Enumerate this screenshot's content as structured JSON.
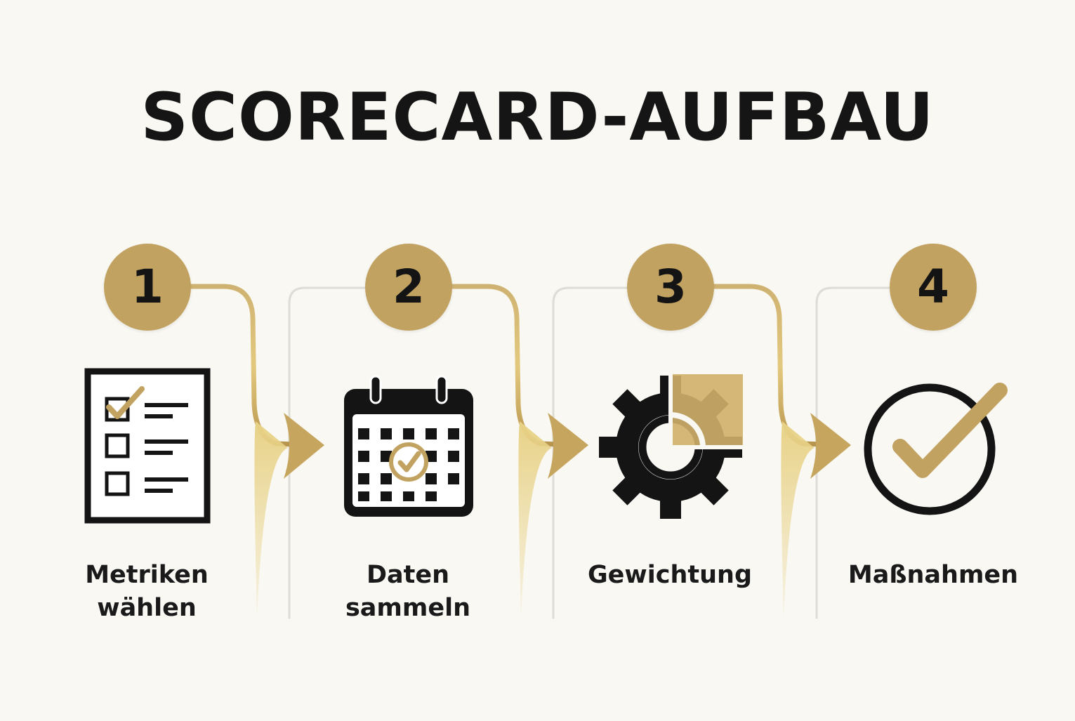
{
  "title": "SCORECARD-AUFBAU",
  "colors": {
    "gold": "#c2a261",
    "gold_light": "#e6cf86",
    "ink": "#151515",
    "background": "#f9f8f3",
    "faint_line": "#dcdad2"
  },
  "steps": [
    {
      "number": "1",
      "icon": "checklist-icon",
      "label_line1": "Metriken",
      "label_line2": "wählen"
    },
    {
      "number": "2",
      "icon": "calendar-check-icon",
      "label_line1": "Daten",
      "label_line2": "sammeln"
    },
    {
      "number": "3",
      "icon": "gear-icon",
      "label_line1": "Gewichtung",
      "label_line2": ""
    },
    {
      "number": "4",
      "icon": "check-circle-icon",
      "label_line1": "Maßnahmen",
      "label_line2": ""
    }
  ]
}
